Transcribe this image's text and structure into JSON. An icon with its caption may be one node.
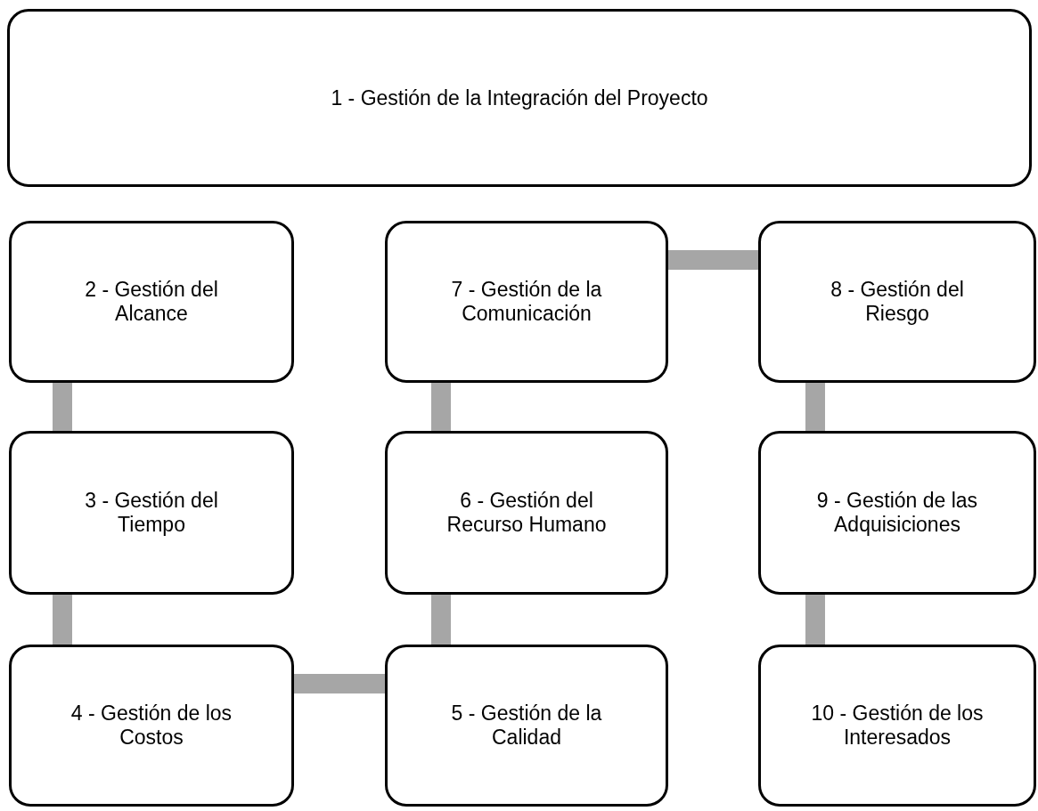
{
  "diagram": {
    "nodes": [
      {
        "text": [
          "1 - Gestión de la Integración del Proyecto"
        ]
      },
      {
        "text": [
          "2 - Gestión del Alcance"
        ]
      },
      {
        "text": [
          "3 - Gestión del Tiempo"
        ]
      },
      {
        "text": [
          "4 - Gestión de los Costos"
        ]
      },
      {
        "text": [
          "5 - Gestión de la Calidad"
        ]
      },
      {
        "text": [
          "6 - Gestión del Recurso Humano"
        ]
      },
      {
        "text": [
          "7 - Gestión de la Comunicación"
        ]
      },
      {
        "text": [
          "8 - Gestión del Riesgo"
        ]
      },
      {
        "text": [
          "9 - Gestión de las Adquisiciones"
        ]
      },
      {
        "text": [
          "10 - Gestión de los Interesados"
        ]
      }
    ],
    "edges": [
      {
        "from": 1,
        "to": 2,
        "arrow": "none"
      },
      {
        "from": 2,
        "to": 3,
        "arrow": "none"
      },
      {
        "from": 3,
        "to": 4,
        "arrow": "none"
      },
      {
        "from": 4,
        "to": 5,
        "arrow": "none"
      },
      {
        "from": 5,
        "to": 6,
        "arrow": "none"
      },
      {
        "from": 6,
        "to": 7,
        "arrow": "none"
      },
      {
        "from": 7,
        "to": 8,
        "arrow": "none"
      },
      {
        "from": 8,
        "to": 9,
        "arrow": "none"
      }
    ]
  }
}
